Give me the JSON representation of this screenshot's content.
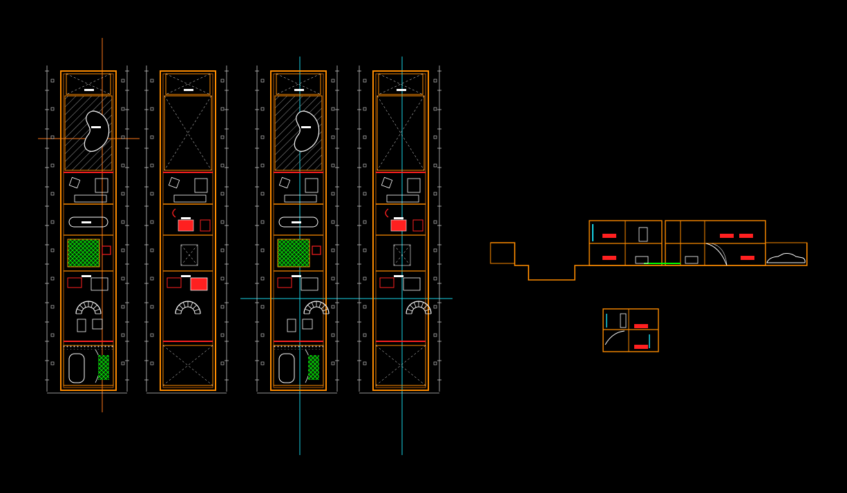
{
  "colors": {
    "background": "#000000",
    "wall": "#ff8c00",
    "wall_dark": "#e07000",
    "dimension": "#c8c8c8",
    "accent_red": "#ff2020",
    "furniture": "#ffffff",
    "landscape": "#00ff00",
    "axis_cyan": "#19d4e6",
    "axis_orange": "#ff7a1a"
  },
  "icons": {
    "car": "car-icon",
    "sofa": "sofa-icon",
    "stair": "spiral-stair-icon",
    "pool": "pool-icon",
    "tree": "tree-icon"
  },
  "drawing": {
    "views": [
      {
        "id": "plan-1",
        "kind": "floor-plan"
      },
      {
        "id": "plan-2",
        "kind": "floor-plan"
      },
      {
        "id": "plan-3",
        "kind": "floor-plan"
      },
      {
        "id": "plan-4",
        "kind": "floor-plan"
      },
      {
        "id": "section-main",
        "kind": "section"
      },
      {
        "id": "section-detail",
        "kind": "section"
      }
    ]
  }
}
